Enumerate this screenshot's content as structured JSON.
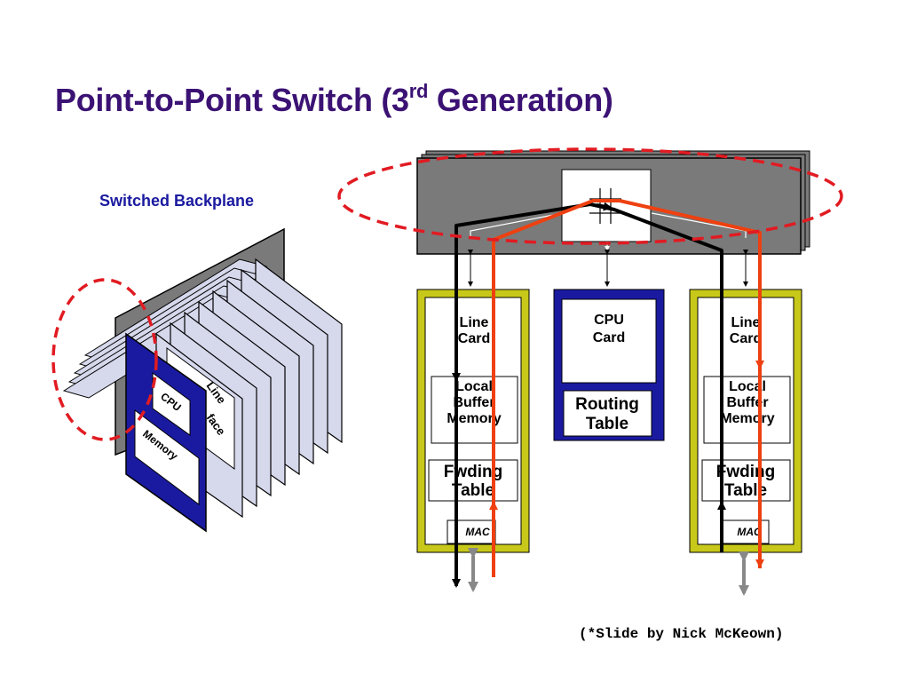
{
  "title": {
    "main": "Point-to-Point Switch (3",
    "sup": "rd",
    "end": " Generation)"
  },
  "backplane_caption": "Switched Backplane",
  "left_card": {
    "cpu": "CPU",
    "memory": "Memory",
    "line_1": "Line",
    "line_2": "face"
  },
  "line_card_left": {
    "title_1": "Line",
    "title_2": "Card",
    "buffer_1": "Local",
    "buffer_2": "Buffer",
    "buffer_3": "Memory",
    "fwd_1": "Fwding",
    "fwd_2": "Table",
    "mac": "MAC"
  },
  "cpu_card": {
    "title_1": "CPU",
    "title_2": "Card",
    "routing_1": "Routing",
    "routing_2": "Table"
  },
  "line_card_right": {
    "title_1": "Line",
    "title_2": "Card",
    "buffer_1": "Local",
    "buffer_2": "Buffer",
    "buffer_3": "Memory",
    "fwd_1": "Fwding",
    "fwd_2": "Table",
    "mac": "MAC"
  },
  "credit": "(*Slide by Nick McKeown)",
  "colors": {
    "title": "#3b1274",
    "caption": "#1a1aa0",
    "highlight_dash": "#e11b22",
    "red_path": "#ee4010",
    "line_card_border": "#c8c81a",
    "cpu_card_border": "#1a1aa0",
    "backplane_fill": "#7a7a7a",
    "card_fill": "#d6d8ec"
  }
}
